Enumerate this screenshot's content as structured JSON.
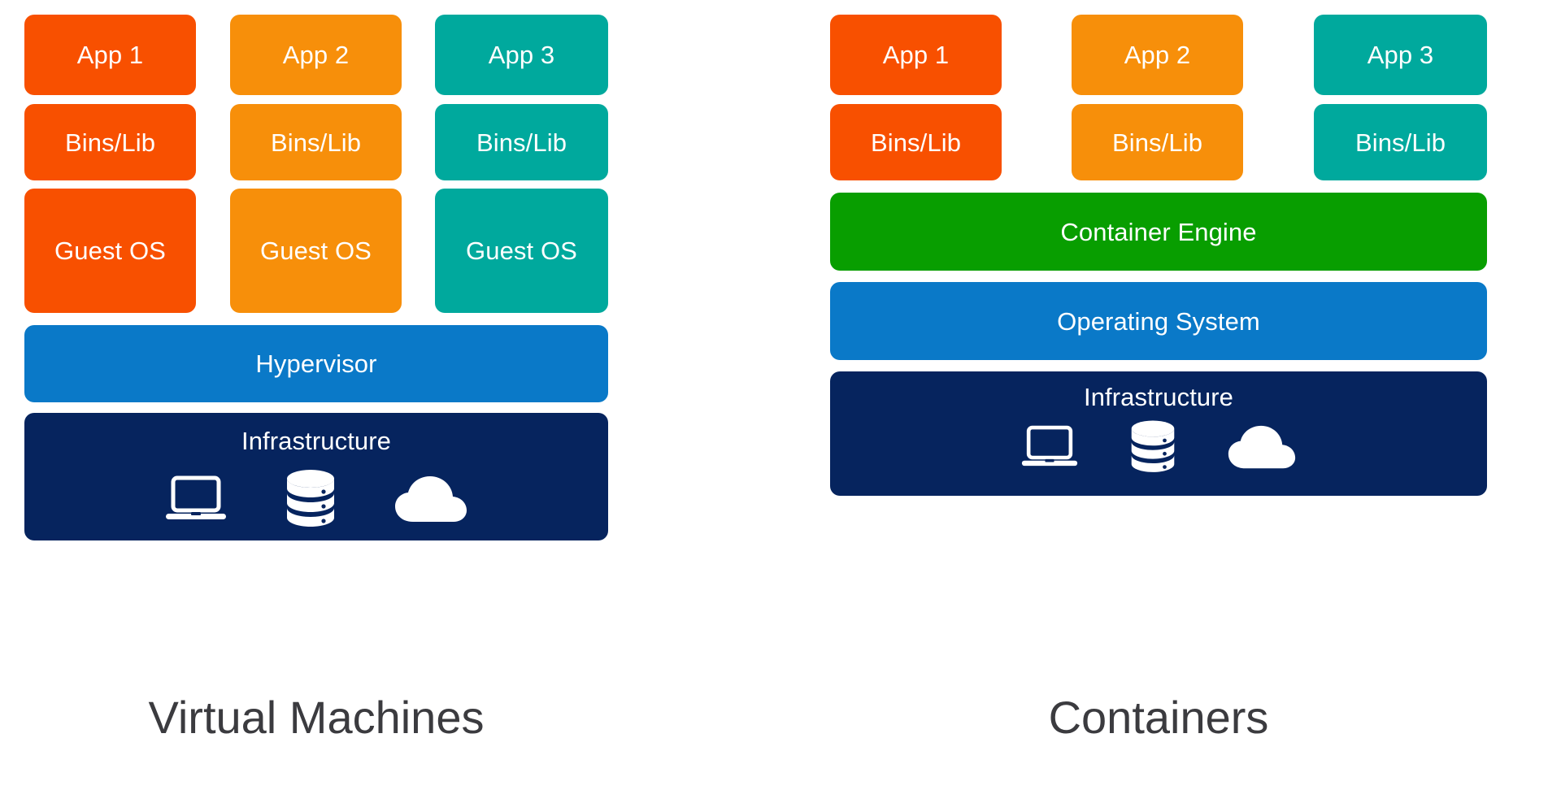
{
  "diagram": {
    "title_left": "Virtual Machines",
    "title_right": "Containers",
    "colors": {
      "app1": "#F85000",
      "app2": "#F78F0A",
      "app3": "#00A99D",
      "hypervisor": "#0A79C8",
      "operating_system": "#0A79C8",
      "container_engine": "#089E00",
      "infrastructure": "#06245E",
      "caption_text": "#3b3b3f",
      "background": "#FFFFFF"
    }
  },
  "vm": {
    "caption": "Virtual Machines",
    "columns": [
      {
        "app": "App 1",
        "bins": "Bins/Lib",
        "guest_os": "Guest OS",
        "color": "#F85000"
      },
      {
        "app": "App 2",
        "bins": "Bins/Lib",
        "guest_os": "Guest OS",
        "color": "#F78F0A"
      },
      {
        "app": "App 3",
        "bins": "Bins/Lib",
        "guest_os": "Guest OS",
        "color": "#00A99D"
      }
    ],
    "hypervisor": "Hypervisor",
    "infrastructure": "Infrastructure",
    "infrastructure_icons": [
      "laptop-icon",
      "database-icon",
      "cloud-icon"
    ]
  },
  "containers": {
    "caption": "Containers",
    "columns": [
      {
        "app": "App 1",
        "bins": "Bins/Lib",
        "color": "#F85000"
      },
      {
        "app": "App 2",
        "bins": "Bins/Lib",
        "color": "#F78F0A"
      },
      {
        "app": "App 3",
        "bins": "Bins/Lib",
        "color": "#00A99D"
      }
    ],
    "container_engine": "Container Engine",
    "operating_system": "Operating System",
    "infrastructure": "Infrastructure",
    "infrastructure_icons": [
      "laptop-icon",
      "database-icon",
      "cloud-icon"
    ]
  }
}
